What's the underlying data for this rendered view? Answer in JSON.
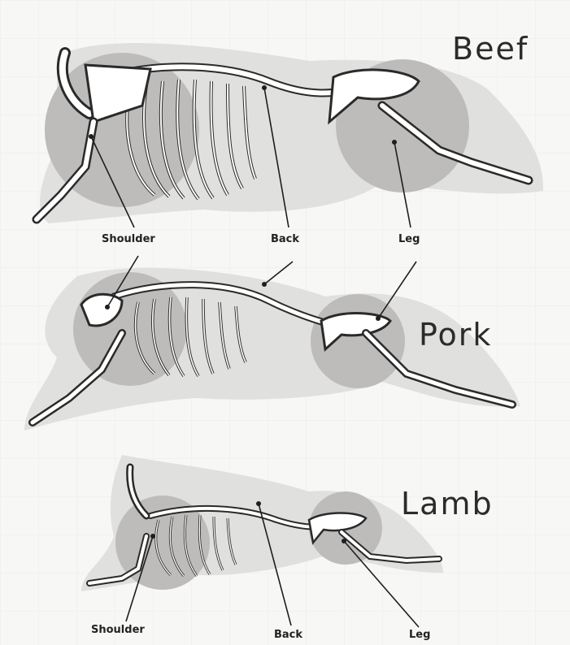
{
  "diagrams": [
    {
      "species": "Beef",
      "labels": {
        "shoulder": "Shoulder",
        "back": "Back",
        "leg": "Leg"
      }
    },
    {
      "species": "Pork",
      "labels": {}
    },
    {
      "species": "Lamb",
      "labels": {
        "shoulder": "Shoulder",
        "back": "Back",
        "leg": "Leg"
      }
    }
  ],
  "colors": {
    "silhouette": "#e0e0de",
    "region": "#bdbcba",
    "bone": "#ffffff",
    "outline": "#2a2a2a"
  }
}
